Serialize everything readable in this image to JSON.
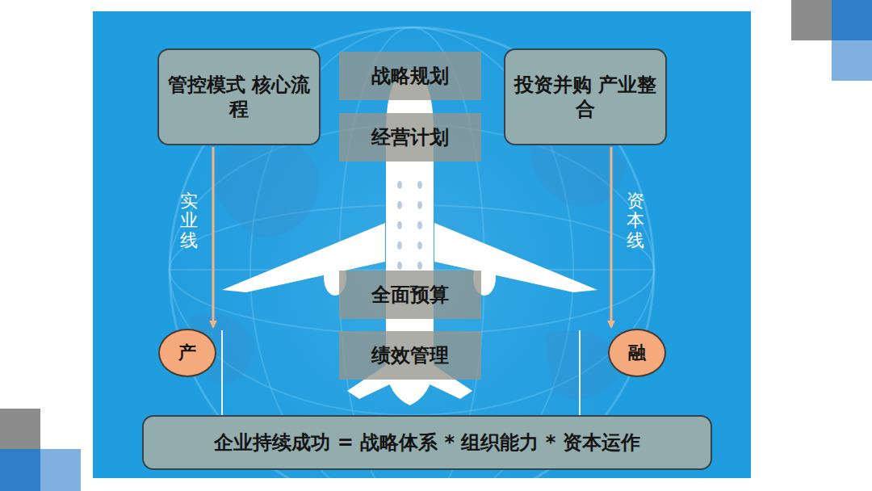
{
  "diagram": {
    "nodes": [
      {
        "text": [
          "管控模式 核心流程"
        ]
      },
      {
        "text": [
          "战略规划"
        ]
      },
      {
        "text": [
          "经营计划"
        ]
      },
      {
        "text": [
          "投资并购 产业整合"
        ]
      },
      {
        "text": [
          "全面预算"
        ]
      },
      {
        "text": [
          "绩效管理"
        ]
      },
      {
        "text": [
          "产"
        ]
      },
      {
        "text": [
          "融"
        ]
      },
      {
        "text": [
          "企业持续成功 = 战略体系 * 组织能力 * 资本运作"
        ]
      }
    ],
    "edges": [
      {
        "from": 0,
        "to": 6,
        "arrow": "to",
        "label": "实业线"
      },
      {
        "from": 3,
        "to": 7,
        "arrow": "to",
        "label": "资本线"
      }
    ]
  }
}
